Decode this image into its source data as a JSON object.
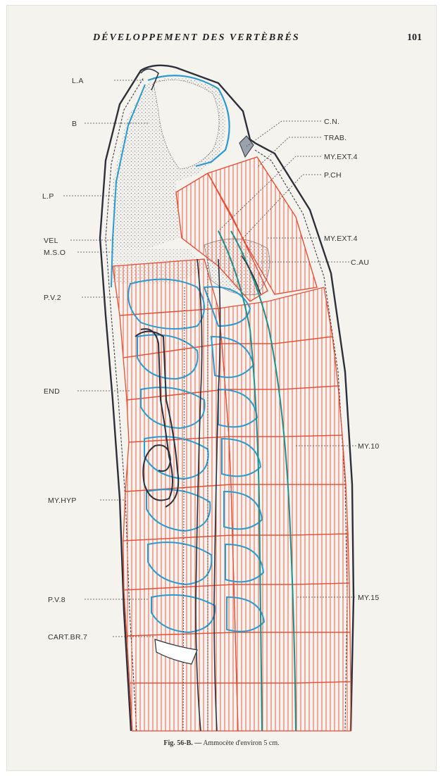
{
  "running_head": {
    "title": "DÉVELOPPEMENT DES VERTÈBRÉS",
    "page_number": "101"
  },
  "labels": {
    "la": "L.A",
    "b": "B",
    "lp": "L.P",
    "vel": "VEL",
    "mso": "M.S.O",
    "pv2": "P.V.2",
    "end": "END",
    "myhyp": "MY.HYP",
    "pv8": "P.V.8",
    "cartbr7": "CART.BR.7",
    "cn": "C.N.",
    "trab": "TRAB.",
    "myext4a": "MY.EXT.4",
    "pch": "P.CH",
    "myext4b": "MY.EXT.4",
    "cau": "C.AU",
    "my10": "MY.10",
    "my15": "MY.15"
  },
  "caption": {
    "fig_number": "Fig. 56-B. —",
    "text": "Ammocète d'environ 5 cm."
  },
  "colors": {
    "muscle": "#e8452c",
    "vessel": "#2a9ad0",
    "notochord": "#1f8f8a",
    "outline": "#2b2f3a",
    "stipple": "#8a8f99"
  }
}
